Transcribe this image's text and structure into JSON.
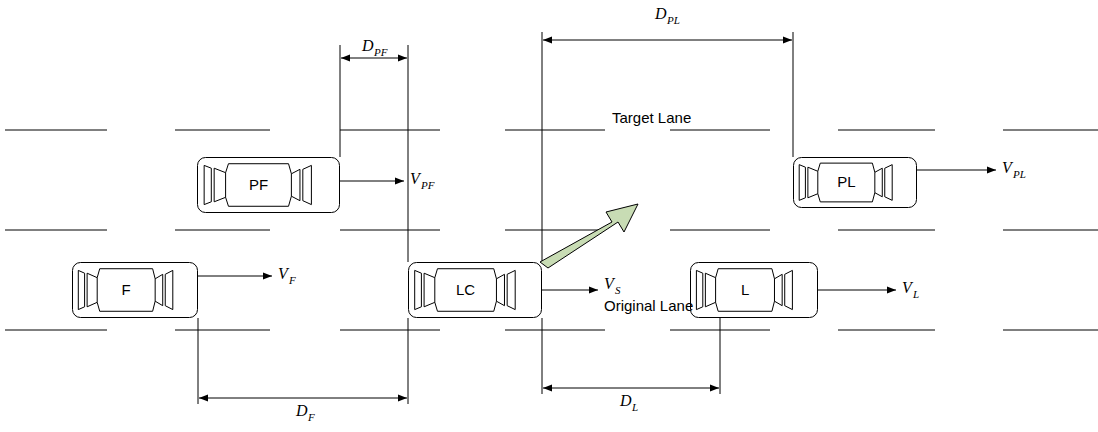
{
  "diagram": {
    "nodes": [
      {
        "text": [
          "PF"
        ]
      },
      {
        "text": [
          "PL"
        ]
      },
      {
        "text": [
          "F"
        ]
      },
      {
        "text": [
          "LC"
        ]
      },
      {
        "text": [
          "L"
        ]
      }
    ],
    "labels": [
      "D",
      "PF",
      "D",
      "PL",
      "V",
      "PF",
      "Target Lane",
      "V",
      "PL",
      "V",
      "F",
      "V",
      "S",
      "Original Lane",
      "V",
      "L",
      "D",
      "F",
      "D",
      "L"
    ]
  }
}
